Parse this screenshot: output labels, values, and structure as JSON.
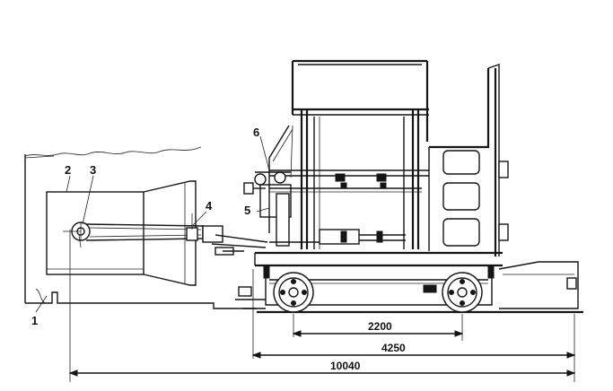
{
  "labels": {
    "l1": "1",
    "l2": "2",
    "l3": "3",
    "l4": "4",
    "l5": "5",
    "l6": "6"
  },
  "dimensions": {
    "d1": "2200",
    "d2": "4250",
    "d3": "10040"
  }
}
